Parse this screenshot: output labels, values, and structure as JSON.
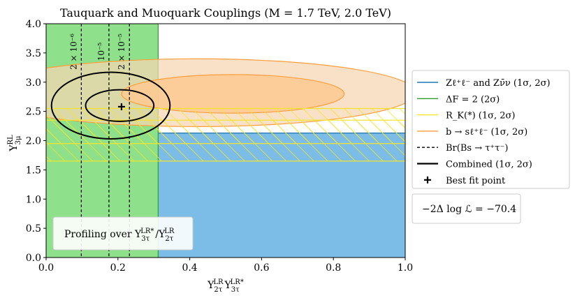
{
  "chart_data": {
    "type": "contour",
    "title": "Tauquark and Muoquark Couplings (M = 1.7 TeV, 2.0 TeV)",
    "xlabel": "Y^{LR}_{2τ} Y^{LR*}_{3τ}",
    "ylabel": "Y^{RL}_{3μ}",
    "xlim": [
      0.0,
      1.0
    ],
    "ylim": [
      0.0,
      4.0
    ],
    "xticks": [
      "0.0",
      "0.2",
      "0.4",
      "0.6",
      "0.8",
      "1.0"
    ],
    "yticks": [
      "0.0",
      "0.5",
      "1.0",
      "1.5",
      "2.0",
      "2.5",
      "3.0",
      "3.5",
      "4.0"
    ],
    "colors": {
      "blue": "#1f77b4",
      "blue_fill": "#7bbde6",
      "green": "#2ca02c",
      "green_fill": "#8ee08a",
      "yellow": "#f5e52a",
      "orange": "#ff9e3c",
      "orange_fill_1": "#fdc990",
      "orange_fill_2": "#f6d7b3"
    },
    "regions": {
      "z_decays": {
        "y_max": 2.13,
        "line_y": 2.13
      },
      "delta_f": {
        "x_max": 0.312
      },
      "rk_band_2sigma": [
        1.65,
        2.55
      ],
      "rk_band_1sigma": [
        1.95,
        2.35
      ],
      "bsll_1sigma": {
        "cx": 0.52,
        "cy": 2.8,
        "rx": 0.31,
        "ry": 0.33
      },
      "bsll_2sigma": {
        "cx": 0.42,
        "cy": 2.82,
        "rx": 0.61,
        "ry": 0.58
      },
      "combined_1sigma": {
        "cx": 0.205,
        "cy": 2.6,
        "rx": 0.095,
        "ry": 0.27
      },
      "combined_2sigma": {
        "cx": 0.18,
        "cy": 2.6,
        "rx": 0.165,
        "ry": 0.57
      }
    },
    "br_lines": [
      {
        "x": 0.098,
        "label": "2 × 10⁻⁶"
      },
      {
        "x": 0.175,
        "label": "10⁻⁵"
      },
      {
        "x": 0.232,
        "label": "2 × 10⁻⁵"
      }
    ],
    "best_fit": {
      "x": 0.21,
      "y": 2.58
    },
    "legend": [
      {
        "key": "z",
        "label": "Zℓ⁺ℓ⁻ and Zν̄ν (1σ, 2σ)"
      },
      {
        "key": "df",
        "label": "ΔF = 2 (2σ)"
      },
      {
        "key": "rk",
        "label": "R_K(*) (1σ, 2σ)"
      },
      {
        "key": "bsll",
        "label": "b → sℓ⁺ℓ⁻ (1σ, 2σ)"
      },
      {
        "key": "br",
        "label": "Br(Bs → τ⁺τ⁻)"
      },
      {
        "key": "comb",
        "label": "Combined (1σ, 2σ)"
      },
      {
        "key": "best",
        "label": "Best fit point"
      }
    ],
    "loglik_text": "−2Δ log ℒ = −70.4",
    "profiling_text": "Profiling over Y^{LR*}_{3τ}/Y^{LR}_{2τ}"
  }
}
